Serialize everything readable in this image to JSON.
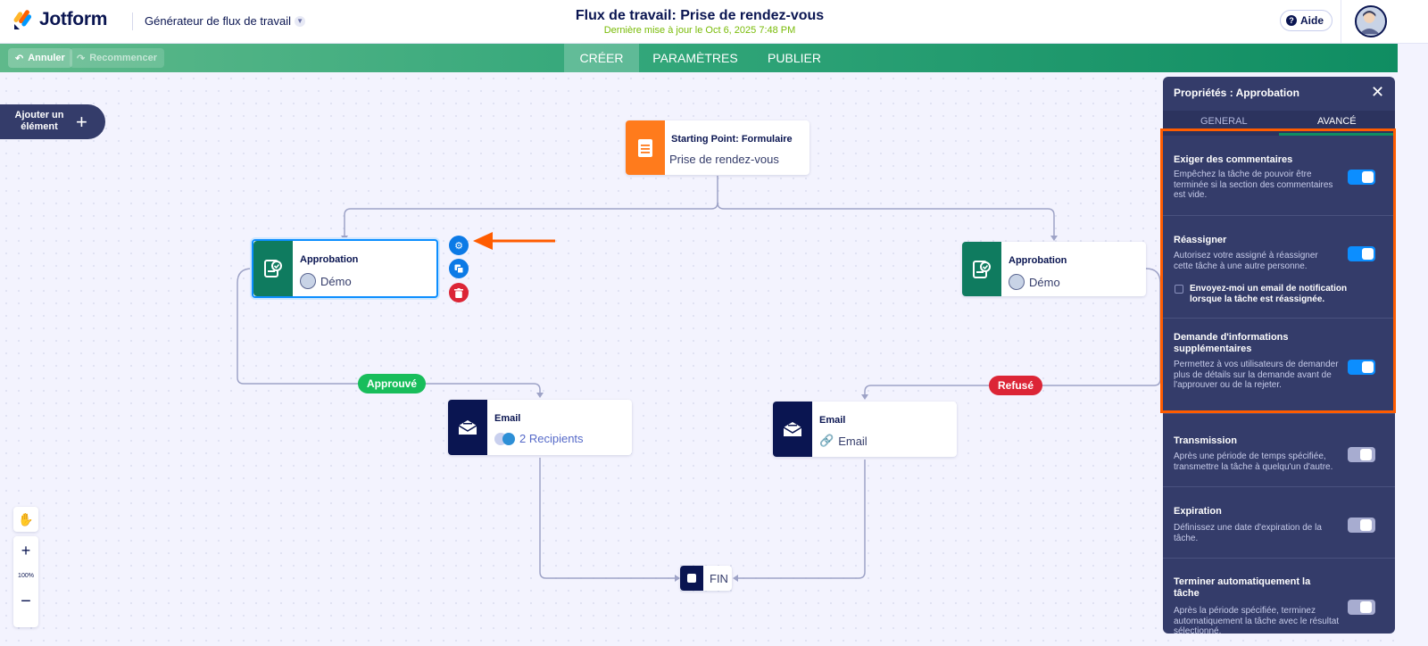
{
  "header": {
    "logo_text": "Jotform",
    "app_name": "Générateur de flux de travail",
    "title": "Flux de travail: Prise de rendez-vous",
    "last_updated": "Dernière mise à jour le Oct 6, 2025 7:48 PM",
    "help_label": "Aide"
  },
  "toolbar": {
    "undo_label": "Annuler",
    "redo_label": "Recommencer",
    "tabs": [
      {
        "label": "CRÉER",
        "active": true
      },
      {
        "label": "PARAMÈTRES",
        "active": false
      },
      {
        "label": "PUBLIER",
        "active": false
      }
    ]
  },
  "canvas": {
    "add_element_label": "Ajouter un élément",
    "zoom_level": "100%",
    "start_node": {
      "title": "Starting Point: Formulaire",
      "subtitle": "Prise de rendez-vous"
    },
    "approval_left": {
      "title": "Approbation",
      "assignee": "Démo"
    },
    "approval_right": {
      "title": "Approbation",
      "assignee": "Démo"
    },
    "email_left": {
      "title": "Email",
      "subtitle": "2 Recipients"
    },
    "email_right": {
      "title": "Email",
      "subtitle": "Email"
    },
    "approved_label": "Approuvé",
    "refused_label": "Refusé",
    "end_label": "FIN"
  },
  "panel": {
    "title": "Propriétés : Approbation",
    "tabs": [
      {
        "label": "GENERAL",
        "active": false
      },
      {
        "label": "AVANCÉ",
        "active": true
      }
    ],
    "sections": [
      {
        "title": "Exiger des commentaires",
        "description": "Empêchez la tâche de pouvoir être terminée si la section des commentaires est vide.",
        "enabled": true
      },
      {
        "title": "Réassigner",
        "description": "Autorisez votre assigné à réassigner cette tâche à une autre personne.",
        "enabled": true,
        "checkbox_label": "Envoyez-moi un email de notification lorsque la tâche est réassignée.",
        "checkbox_checked": false
      },
      {
        "title": "Demande d'informations supplémentaires",
        "description": "Permettez à vos utilisateurs de demander plus de détails sur la demande avant de l'approuver ou de la rejeter.",
        "enabled": true
      },
      {
        "title": "Transmission",
        "description": "Après une période de temps spécifiée, transmettre la tâche à quelqu'un d'autre.",
        "enabled": false
      },
      {
        "title": "Expiration",
        "description": "Définissez une date d'expiration de la tâche.",
        "enabled": false
      },
      {
        "title": "Terminer automatiquement la tâche",
        "description": "Après la période spécifiée, terminez automatiquement la tâche avec le résultat sélectionné.",
        "enabled": false
      }
    ]
  },
  "colors": {
    "brand_navy": "#0a1551",
    "green": "#0f8d62",
    "approved": "#18bd5b",
    "refused": "#dc2536",
    "highlight": "#ff5c00",
    "selected_border": "#0c8eff",
    "start_orange": "#ff7b1c"
  }
}
